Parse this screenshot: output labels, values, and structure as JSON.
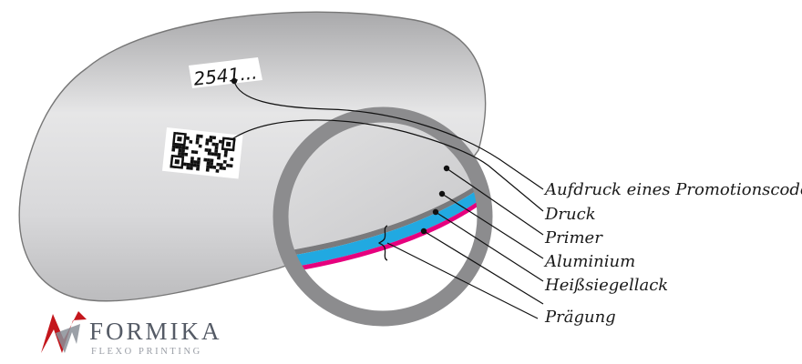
{
  "promo_code": "2541...",
  "layers": [
    {
      "key": "promo",
      "label": "Aufdruck eines Promotionscodes"
    },
    {
      "key": "druck",
      "label": "Druck"
    },
    {
      "key": "primer",
      "label": "Primer"
    },
    {
      "key": "aluminium",
      "label": "Aluminium"
    },
    {
      "key": "heisssiegel",
      "label": "Heißsiegellack"
    },
    {
      "key": "praegung",
      "label": "Prägung"
    }
  ],
  "logo": {
    "name": "FORMIKA",
    "tagline": "FLEXO PRINTING",
    "mark_colors": [
      "#c4161c",
      "#8a8f98"
    ]
  },
  "colors": {
    "lid": "#cfcfd1",
    "ring": "#8c8c8e",
    "aluminium_layer": "#21a9e1",
    "heatseal_layer": "#e6007e",
    "print_layer": "#7a7a7c"
  }
}
